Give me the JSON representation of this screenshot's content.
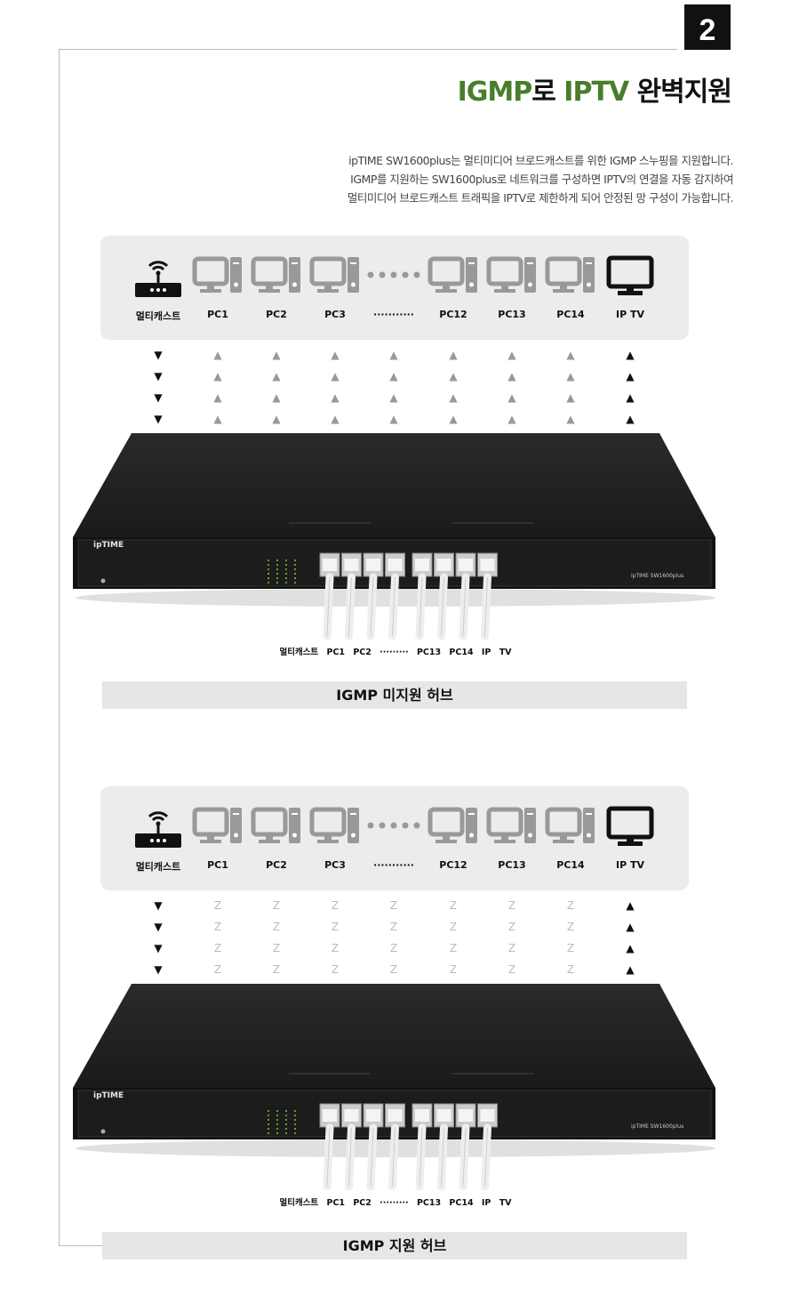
{
  "badge": "2",
  "title": {
    "part1": "IGMP",
    "part2": "로 ",
    "part3": "IPTV",
    "part4": " 완벽지원"
  },
  "description": [
    "ipTIME SW1600plus는 멀티미디어 브로드캐스트를 위한 IGMP 스누핑을 지원합니다.",
    "IGMP를 지원하는 SW1600plus로 네트워크를 구성하면 IPTV의 연결을 자동 감지하여",
    "멀티미디어 브로드캐스트 트래픽을 IPTV로 제한하게 되어 안정된 망 구성이 가능합니다."
  ],
  "devices": [
    {
      "label": "멀티캐스트",
      "icon": "router-icon"
    },
    {
      "label": "PC1",
      "icon": "pc-icon"
    },
    {
      "label": "PC2",
      "icon": "pc-icon"
    },
    {
      "label": "PC3",
      "icon": "pc-icon"
    },
    {
      "label": "···········",
      "icon": "dots-icon"
    },
    {
      "label": "PC12",
      "icon": "pc-icon"
    },
    {
      "label": "PC13",
      "icon": "pc-icon"
    },
    {
      "label": "PC14",
      "icon": "pc-icon"
    },
    {
      "label": "IP TV",
      "icon": "tv-icon"
    }
  ],
  "switch": {
    "brand": "ipTIME",
    "model": "SW1600plus"
  },
  "port_labels": "멀티캐스트 PC1 PC2 ········· PC13 PC14 IP TV",
  "sections": [
    {
      "caption": "IGMP 미지원 허브",
      "arrows": [
        "▼",
        "▲",
        "▲",
        "▲",
        "▲",
        "▲",
        "▲",
        "▲",
        "▲"
      ],
      "arrow_colors": [
        "#111",
        "#999",
        "#999",
        "#999",
        "#999",
        "#999",
        "#999",
        "#999",
        "#111"
      ]
    },
    {
      "caption": "IGMP 지원 허브",
      "arrows": [
        "▼",
        "Z",
        "Z",
        "Z",
        "Z",
        "Z",
        "Z",
        "Z",
        "▲"
      ],
      "arrow_colors": [
        "#111",
        "#bbb",
        "#bbb",
        "#bbb",
        "#bbb",
        "#bbb",
        "#bbb",
        "#bbb",
        "#111"
      ]
    }
  ]
}
